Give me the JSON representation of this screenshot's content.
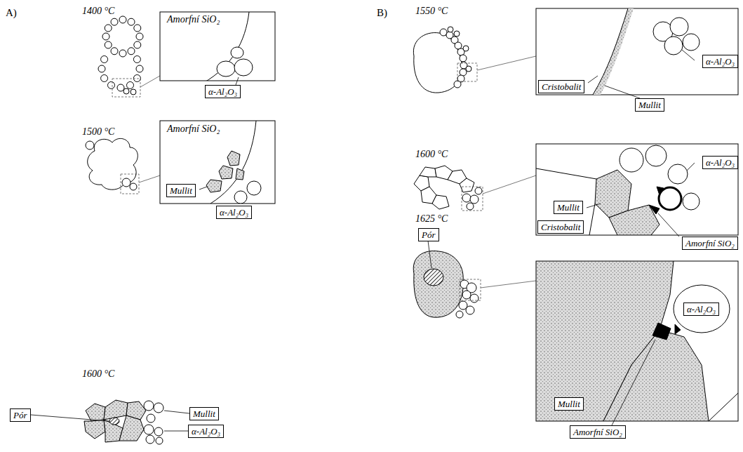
{
  "diagram": {
    "nodes": [
      {
        "text": [
          "α-Al₂O₃"
        ]
      },
      {
        "text": [
          "Mullit"
        ]
      },
      {
        "text": [
          "α-Al₂O₃"
        ]
      },
      {
        "text": [
          "Pór"
        ]
      },
      {
        "text": [
          "Mullit"
        ]
      },
      {
        "text": [
          "α-Al₂O₃"
        ]
      },
      {
        "text": [
          "α-Al₂O₃"
        ]
      },
      {
        "text": [
          "Cristobalit"
        ]
      },
      {
        "text": [
          "Mullit"
        ]
      },
      {
        "text": [
          "α-Al₂O₃"
        ]
      },
      {
        "text": [
          "Mullit"
        ]
      },
      {
        "text": [
          "Cristobalit"
        ]
      },
      {
        "text": [
          "Amorfní SiO₂"
        ]
      },
      {
        "text": [
          "Pór"
        ]
      },
      {
        "text": [
          "α-Al₂O₃"
        ]
      },
      {
        "text": [
          "Mullit"
        ]
      },
      {
        "text": [
          "Amorfní SiO₂"
        ]
      }
    ],
    "labels": [
      "A)",
      "1400 °C",
      "Amorfní SiO₂",
      "1500 °C",
      "Amorfní SiO₂",
      "1600 °C",
      "B)",
      "1550 °C",
      "1600 °C",
      "1625 °C"
    ]
  }
}
